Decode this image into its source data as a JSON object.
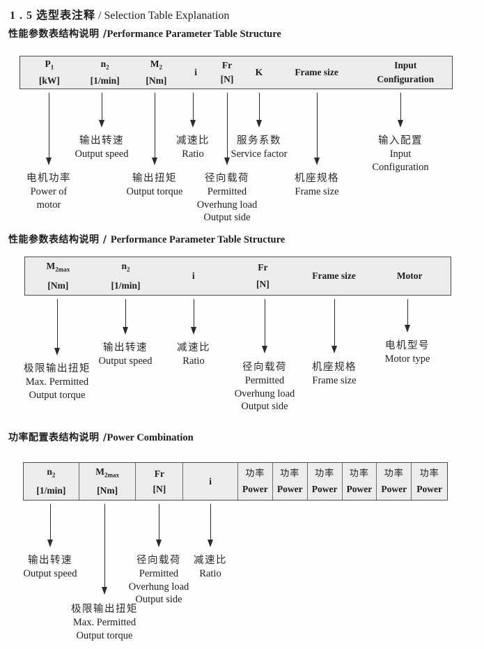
{
  "page": {
    "title_num": "1 . 5 ",
    "title_zh": "选型表注释",
    "title_sep": " /  ",
    "title_en": "Selection Table Explanation"
  },
  "sections": [
    {
      "heading_zh": "性能参数表结构说明 /",
      "heading_en": "Performance Parameter Table Structure",
      "table": {
        "columns": [
          {
            "l1": "P",
            "l1sub": "1",
            "l2": "[kW]"
          },
          {
            "l1": "n",
            "l1sub": "2",
            "l2": "[1/min]"
          },
          {
            "l1": "M",
            "l1sub": "2",
            "l2": "[Nm]"
          },
          {
            "l1": "i"
          },
          {
            "l1": "Fr",
            "l2": "[N]"
          },
          {
            "l1": "K"
          },
          {
            "l1": "Frame size"
          },
          {
            "l1": "Input",
            "l2": "Configuration"
          }
        ]
      },
      "callouts": [
        {
          "zh": "电机功率",
          "en": [
            "Power of",
            "motor"
          ]
        },
        {
          "zh": "输出转速",
          "en": [
            "Output speed"
          ]
        },
        {
          "zh": "输出扭矩",
          "en": [
            "Output torque"
          ]
        },
        {
          "zh": "减速比",
          "en": [
            "Ratio"
          ]
        },
        {
          "zh": "径向载荷",
          "en": [
            "Permitted",
            "Overhung load",
            "Output side"
          ]
        },
        {
          "zh": "服务系数",
          "en": [
            "Service factor"
          ]
        },
        {
          "zh": "机座规格",
          "en": [
            "Frame size"
          ]
        },
        {
          "zh": "输入配置",
          "en": [
            "Input",
            "Configuration"
          ]
        }
      ]
    },
    {
      "heading_zh": "性能参数表结构说明 / ",
      "heading_en": "Performance Parameter Table Structure",
      "table": {
        "columns": [
          {
            "l1": "M",
            "l1sub": "2max",
            "l2": "[Nm]"
          },
          {
            "l1": "n",
            "l1sub": "2",
            "l2": "[1/min]"
          },
          {
            "l1": "i"
          },
          {
            "l1": "Fr",
            "l2": "[N]"
          },
          {
            "l1": "Frame size"
          },
          {
            "l1": "Motor"
          }
        ]
      },
      "callouts": [
        {
          "zh": "极限输出扭矩",
          "en": [
            "Max. Permitted",
            "Output torque"
          ]
        },
        {
          "zh": "输出转速",
          "en": [
            "Output speed"
          ]
        },
        {
          "zh": "减速比",
          "en": [
            "Ratio"
          ]
        },
        {
          "zh": "径向载荷",
          "en": [
            "Permitted",
            "Overhung load",
            "Output side"
          ]
        },
        {
          "zh": "机座规格",
          "en": [
            "Frame size"
          ]
        },
        {
          "zh": "电机型号",
          "en": [
            "Motor type"
          ]
        }
      ]
    },
    {
      "heading_zh": "功率配置表结构说明 /",
      "heading_en": "Power Combination",
      "table": {
        "columns": [
          {
            "l1": "n",
            "l1sub": "2",
            "l2": "[1/min]"
          },
          {
            "l1": "M",
            "l1sub": "2max",
            "l2": "[Nm]"
          },
          {
            "l1": "Fr",
            "l2": "[N]"
          },
          {
            "l1": "i"
          },
          {
            "l1": "功率",
            "l2": "Power"
          },
          {
            "l1": "功率",
            "l2": "Power"
          },
          {
            "l1": "功率",
            "l2": "Power"
          },
          {
            "l1": "功率",
            "l2": "Power"
          },
          {
            "l1": "功率",
            "l2": "Power"
          },
          {
            "l1": "功率",
            "l2": "Power"
          }
        ]
      },
      "callouts": [
        {
          "zh": "输出转速",
          "en": [
            "Output speed"
          ]
        },
        {
          "zh": "极限输出扭矩",
          "en": [
            "Max. Permitted",
            "Output torque"
          ]
        },
        {
          "zh": "径向载荷",
          "en": [
            "Permitted",
            "Overhung load",
            "Output side"
          ]
        },
        {
          "zh": "减速比",
          "en": [
            "Ratio"
          ]
        }
      ]
    }
  ]
}
